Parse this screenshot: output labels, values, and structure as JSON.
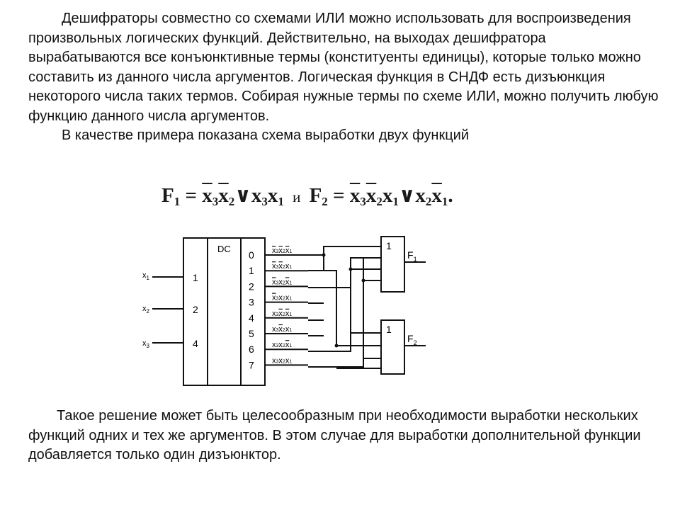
{
  "paragraph1": {
    "line1": "Дешифраторы совместно со схемами ИЛИ можно использовать для воспроизведения произвольных логических функций. Действительно, на выходах дешифратора вырабатываются все конъюнктивные термы (конституенты единицы), которые только можно составить из данного числа аргументов. Логическая функция в СНДФ есть дизъюнкция некоторого числа таких термов. Собирая нужные термы по схеме ИЛИ, можно получить любую функцию данного числа аргументов.",
    "line2": "В качестве примера показана схема выработки двух функций"
  },
  "formula": {
    "f1_name": "F",
    "f1_sub": "1",
    "eq": "=",
    "f1_term1": [
      "x̄3",
      "x̄2"
    ],
    "or": "∨",
    "f1_term2": [
      "x3",
      "x1"
    ],
    "and_word": "и",
    "f2_name": "F",
    "f2_sub": "2",
    "f2_term1": [
      "x̄3",
      "x̄2",
      "x1"
    ],
    "f2_term2": [
      "x2",
      "x̄1"
    ]
  },
  "circuit": {
    "decoder_label": "DC",
    "inputs": [
      {
        "name": "x",
        "sub": "1",
        "pin": "1"
      },
      {
        "name": "x",
        "sub": "2",
        "pin": "2"
      },
      {
        "name": "x",
        "sub": "3",
        "pin": "4"
      }
    ],
    "outputs": [
      "0",
      "1",
      "2",
      "3",
      "4",
      "5",
      "6",
      "7"
    ],
    "terms": [
      [
        {
          "v": "x",
          "s": "3",
          "n": true
        },
        {
          "v": "x",
          "s": "2",
          "n": true
        },
        {
          "v": "x",
          "s": "1",
          "n": true
        }
      ],
      [
        {
          "v": "x",
          "s": "3",
          "n": true
        },
        {
          "v": "x",
          "s": "2",
          "n": true
        },
        {
          "v": "x",
          "s": "1",
          "n": false
        }
      ],
      [
        {
          "v": "x",
          "s": "3",
          "n": true
        },
        {
          "v": "x",
          "s": "2",
          "n": false
        },
        {
          "v": "x",
          "s": "1",
          "n": true
        }
      ],
      [
        {
          "v": "x",
          "s": "3",
          "n": true
        },
        {
          "v": "x",
          "s": "2",
          "n": false
        },
        {
          "v": "x",
          "s": "1",
          "n": false
        }
      ],
      [
        {
          "v": "x",
          "s": "3",
          "n": false
        },
        {
          "v": "x",
          "s": "2",
          "n": true
        },
        {
          "v": "x",
          "s": "1",
          "n": true
        }
      ],
      [
        {
          "v": "x",
          "s": "3",
          "n": false
        },
        {
          "v": "x",
          "s": "2",
          "n": true
        },
        {
          "v": "x",
          "s": "1",
          "n": false
        }
      ],
      [
        {
          "v": "x",
          "s": "3",
          "n": false
        },
        {
          "v": "x",
          "s": "2",
          "n": false
        },
        {
          "v": "x",
          "s": "1",
          "n": true
        }
      ],
      [
        {
          "v": "x",
          "s": "3",
          "n": false
        },
        {
          "v": "x",
          "s": "2",
          "n": false
        },
        {
          "v": "x",
          "s": "1",
          "n": false
        }
      ]
    ],
    "gate_label": "1",
    "gate_outputs": [
      {
        "name": "F",
        "sub": "1"
      },
      {
        "name": "F",
        "sub": "2"
      }
    ]
  },
  "paragraph2": "Такое решение может быть целесообразным при необходимости выработки нескольких функций одних и тех же аргументов. В этом случае для выработки дополнительной функции добавляется только один дизъюнктор."
}
